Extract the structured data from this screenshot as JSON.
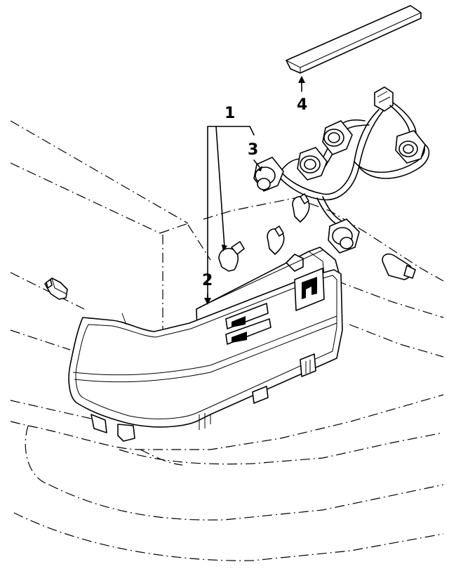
{
  "diagram": {
    "callouts": {
      "c1": "1",
      "c2": "2",
      "c3": "3",
      "c4": "4"
    }
  }
}
